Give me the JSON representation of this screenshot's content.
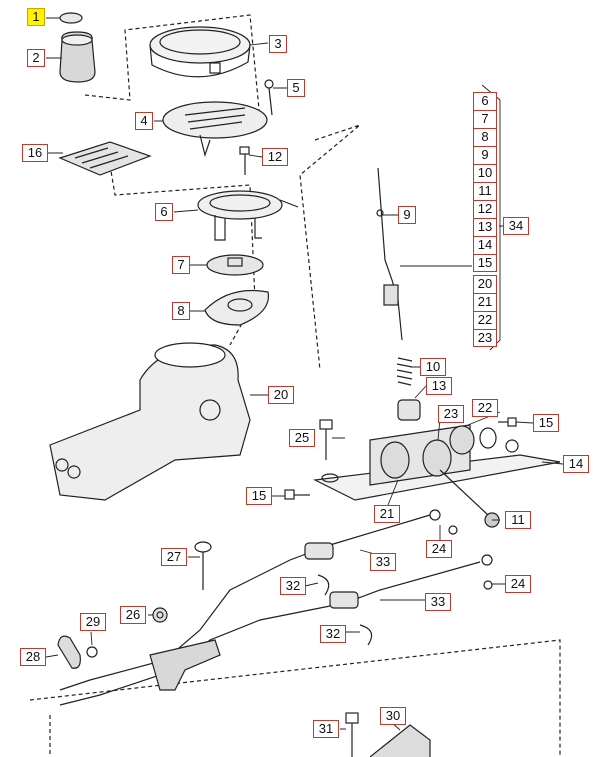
{
  "callouts": {
    "c1": "1",
    "c2": "2",
    "c3": "3",
    "c4": "4",
    "c5": "5",
    "c6": "6",
    "c7": "7",
    "c8": "8",
    "c9": "9",
    "c10": "10",
    "c11": "11",
    "c12": "12",
    "c13": "13",
    "c14": "14",
    "c15a": "15",
    "c15b": "15",
    "c16": "16",
    "c20": "20",
    "c21": "21",
    "c22": "22",
    "c23": "23",
    "c24a": "24",
    "c24b": "24",
    "c25": "25",
    "c26": "26",
    "c27": "27",
    "c28": "28",
    "c29": "29",
    "c30": "30",
    "c31": "31",
    "c32a": "32",
    "c32b": "32",
    "c33a": "33",
    "c33b": "33",
    "c34": "34"
  },
  "stack_top": [
    "6",
    "7",
    "8",
    "9",
    "10",
    "11",
    "12",
    "13",
    "14",
    "15"
  ],
  "stack_bottom": [
    "20",
    "21",
    "22",
    "23"
  ],
  "colors": {
    "callout_border": "#c0392b",
    "highlight": "#fff200",
    "line": "#222222"
  }
}
